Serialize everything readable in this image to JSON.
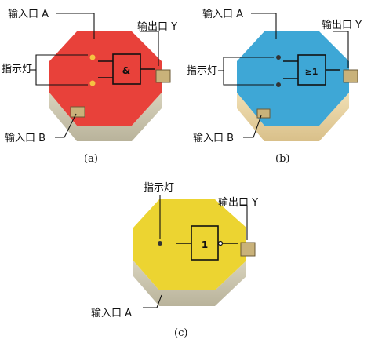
{
  "figure_a": {
    "caption": "(a)",
    "input_a": "输入口 A",
    "input_b": "输入口 B",
    "output_y": "输出口 Y",
    "indicator": "指示灯",
    "gate_symbol": "&",
    "face_color": "#e8413a",
    "lamp_color": "#f5c242"
  },
  "figure_b": {
    "caption": "(b)",
    "input_a": "输入口 A",
    "input_b": "输入口 B",
    "output_y": "输出口 Y",
    "indicator": "指示灯",
    "gate_symbol": "≥1",
    "face_color": "#3ea7d6",
    "lamp_color": "#333333"
  },
  "figure_c": {
    "caption": "(c)",
    "input_a": "输入口 A",
    "output_y": "输出口 Y",
    "indicator": "指示灯",
    "gate_symbol": "1",
    "face_color": "#ecd431",
    "lamp_color": "#333333"
  }
}
